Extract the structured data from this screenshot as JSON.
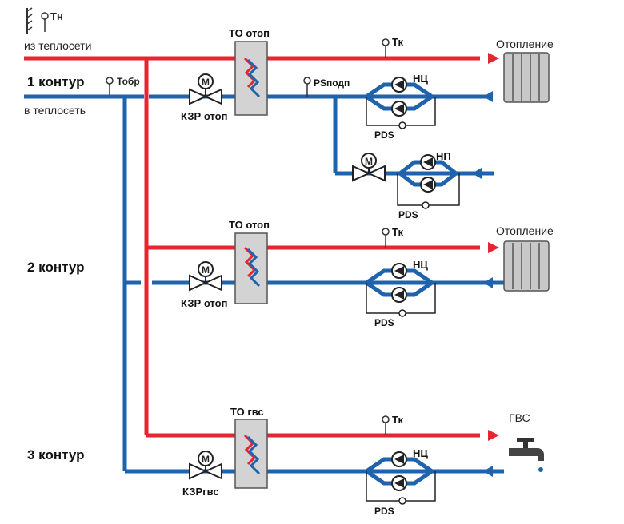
{
  "colors": {
    "supply": "#e52530",
    "return": "#1f63ad",
    "outline": "#333333",
    "hx_fill": "#d3d3d3",
    "radiator": "#bfbfbf"
  },
  "labels": {
    "t_n": "Тн",
    "from_network": "из теплосети",
    "to_network": "в теплосеть",
    "t_obr": "Тобр",
    "ps_podp": "PSподп",
    "heating": "Отопление",
    "dhw": "ГВС"
  },
  "circuits": [
    {
      "title": "1 контур",
      "hx": "ТО отоп",
      "valve": "КЗР отоп",
      "t_k": "Тк",
      "pump": "НЦ",
      "pds": "PDS",
      "consumer": "Отопление"
    },
    {
      "title": "2 контур",
      "hx": "ТО отоп",
      "valve": "КЗР отоп",
      "t_k": "Тк",
      "pump": "НЦ",
      "pds": "PDS",
      "consumer": "Отопление"
    },
    {
      "title": "3 контур",
      "hx": "ТО гвс",
      "valve": "КЗРгвс",
      "t_k": "Тк",
      "pump": "НЦ",
      "pds": "PDS",
      "consumer": "ГВС"
    }
  ],
  "makeup": {
    "pump": "НП",
    "pds": "PDS"
  },
  "icons": {
    "valve_actuator": "motor-M",
    "pump": "pump-triangle",
    "radiator": "radiator-icon",
    "tap": "tap-icon",
    "outdoor_sensor": "outdoor-sensor-icon"
  }
}
